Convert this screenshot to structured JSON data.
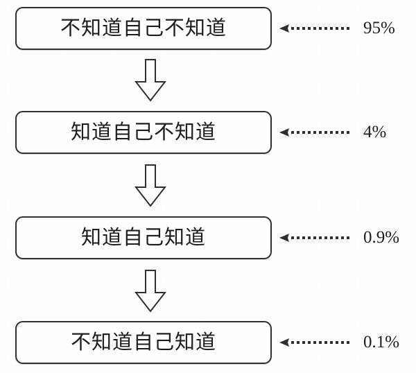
{
  "diagram": {
    "type": "flowchart-vertical",
    "title": "",
    "background_color": "#fdfdfd",
    "line_color": "#2f2f2f",
    "text_color": "#1d1d1d",
    "stages": [
      {
        "label": "不知道自己不知道",
        "percent": "95%"
      },
      {
        "label": "知道自己不知道",
        "percent": "4%"
      },
      {
        "label": "知道自己知道",
        "percent": "0.9%"
      },
      {
        "label": "不知道自己知道",
        "percent": "0.1%"
      }
    ],
    "connectors": [
      {
        "icon": "down-arrow-outline"
      },
      {
        "icon": "down-arrow-outline"
      },
      {
        "icon": "down-arrow-outline"
      }
    ],
    "annotation_icon": "dotted-left-arrow"
  }
}
